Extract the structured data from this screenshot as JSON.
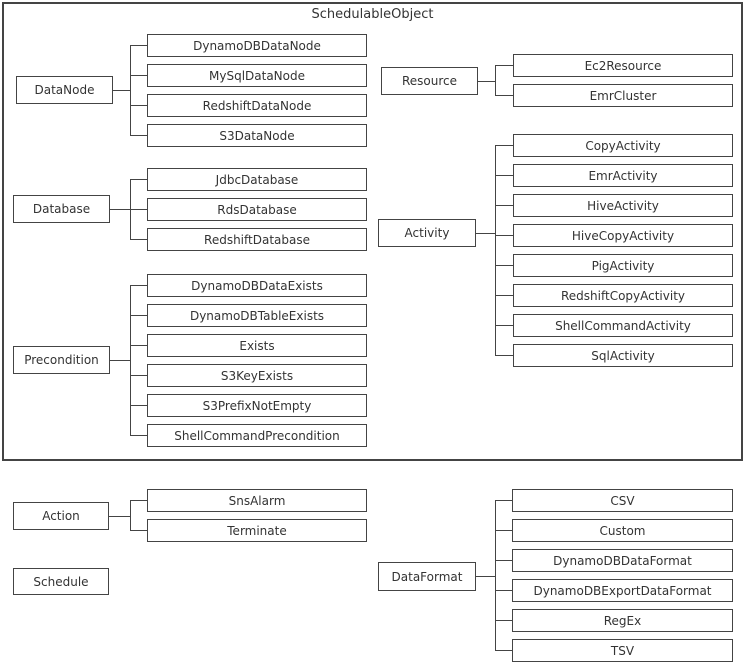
{
  "title": "SchedulableObject",
  "groups": {
    "datanode": {
      "parent": "DataNode",
      "children": [
        "DynamoDBDataNode",
        "MySqlDataNode",
        "RedshiftDataNode",
        "S3DataNode"
      ]
    },
    "database": {
      "parent": "Database",
      "children": [
        "JdbcDatabase",
        "RdsDatabase",
        "RedshiftDatabase"
      ]
    },
    "precondition": {
      "parent": "Precondition",
      "children": [
        "DynamoDBDataExists",
        "DynamoDBTableExists",
        "Exists",
        "S3KeyExists",
        "S3PrefixNotEmpty",
        "ShellCommandPrecondition"
      ]
    },
    "resource": {
      "parent": "Resource",
      "children": [
        "Ec2Resource",
        "EmrCluster"
      ]
    },
    "activity": {
      "parent": "Activity",
      "children": [
        "CopyActivity",
        "EmrActivity",
        "HiveActivity",
        "HiveCopyActivity",
        "PigActivity",
        "RedshiftCopyActivity",
        "ShellCommandActivity",
        "SqlActivity"
      ]
    },
    "action": {
      "parent": "Action",
      "children": [
        "SnsAlarm",
        "Terminate"
      ]
    },
    "schedule": {
      "parent": "Schedule",
      "children": []
    },
    "dataformat": {
      "parent": "DataFormat",
      "children": [
        "CSV",
        "Custom",
        "DynamoDBDataFormat",
        "DynamoDBExportDataFormat",
        "RegEx",
        "TSV"
      ]
    }
  },
  "colors": {
    "line": "#444444",
    "text": "#333333",
    "background": "#ffffff"
  }
}
